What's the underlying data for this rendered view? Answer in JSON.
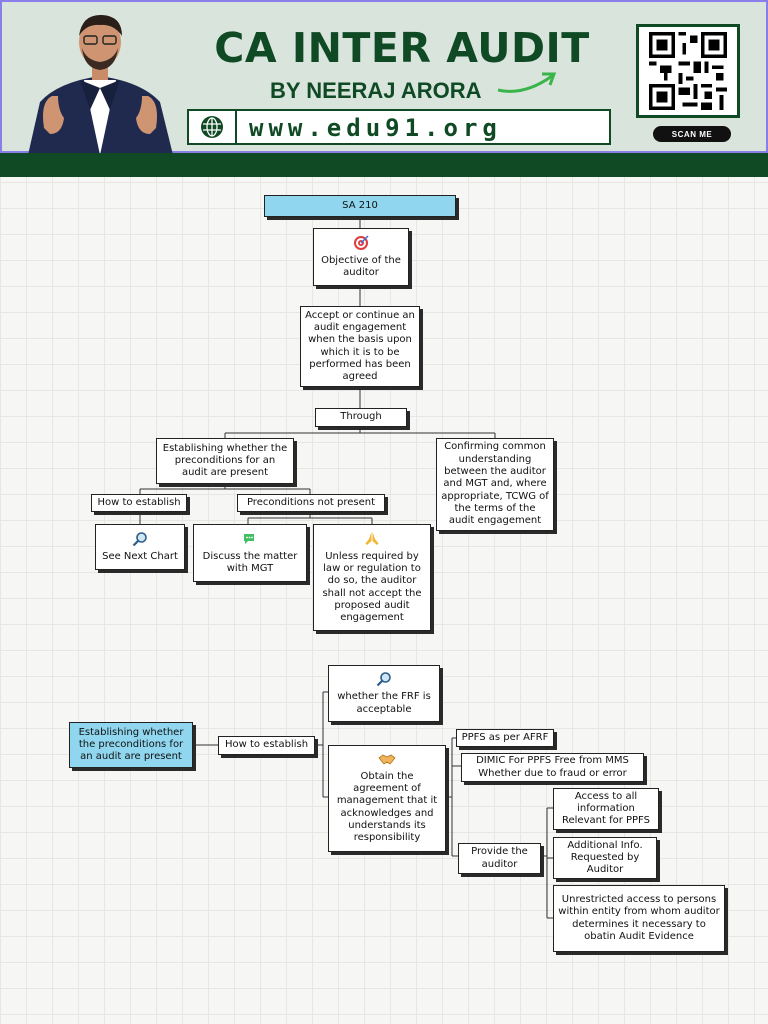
{
  "header": {
    "title": "CA INTER AUDIT",
    "subtitle": "BY NEERAJ ARORA",
    "website": "www.edu91.org",
    "qr_label": "SCAN ME",
    "colors": {
      "brand_green": "#0f4a25",
      "banner_bg": "#d9e4dc",
      "highlight_blue": "#8fd6ee"
    }
  },
  "chart1": {
    "root": "SA 210",
    "objective": "Objective of the auditor",
    "accept": "Accept or continue an audit engagement when the basis upon which it is to be performed has been agreed",
    "through": "Through",
    "establishing": "Establishing whether the preconditions for an audit are present",
    "confirming": "Confirming  common understanding between the auditor and MGT and, where appropriate, TCWG of the terms of the audit engagement",
    "how_to_establish": "How to establish",
    "preconditions_not_present": "Preconditions not present",
    "see_next_chart": "See Next Chart",
    "discuss": "Discuss the matter with MGT",
    "unless": "Unless required by law or regulation to do so, the auditor shall not accept the proposed audit engagement"
  },
  "chart2": {
    "establishing": "Establishing whether the preconditions for an audit are present",
    "how_to_establish": "How to establish",
    "frf": "whether the FRF is acceptable",
    "obtain": "Obtain the agreement of management that it acknowledges and understands its responsibility",
    "ppfs": "PPFS as per AFRF",
    "dimic": "DIMIC For PPFS Free from MMS Whether due to fraud or error",
    "provide": "Provide the auditor",
    "access": "Access to all information Relevant for PPFS",
    "additional": "Additional Info. Requested by Auditor",
    "unrestricted": "Unrestricted access to persons within entity from whom auditor determines it necessary to obatin Audit Evidence"
  },
  "icons": {
    "objective": "target-icon",
    "see_next_chart": "magnifier-icon",
    "discuss": "speech-bubble-icon",
    "unless": "praying-hands-icon",
    "frf": "magnifier-icon",
    "obtain": "handshake-icon",
    "website": "globe-icon"
  }
}
